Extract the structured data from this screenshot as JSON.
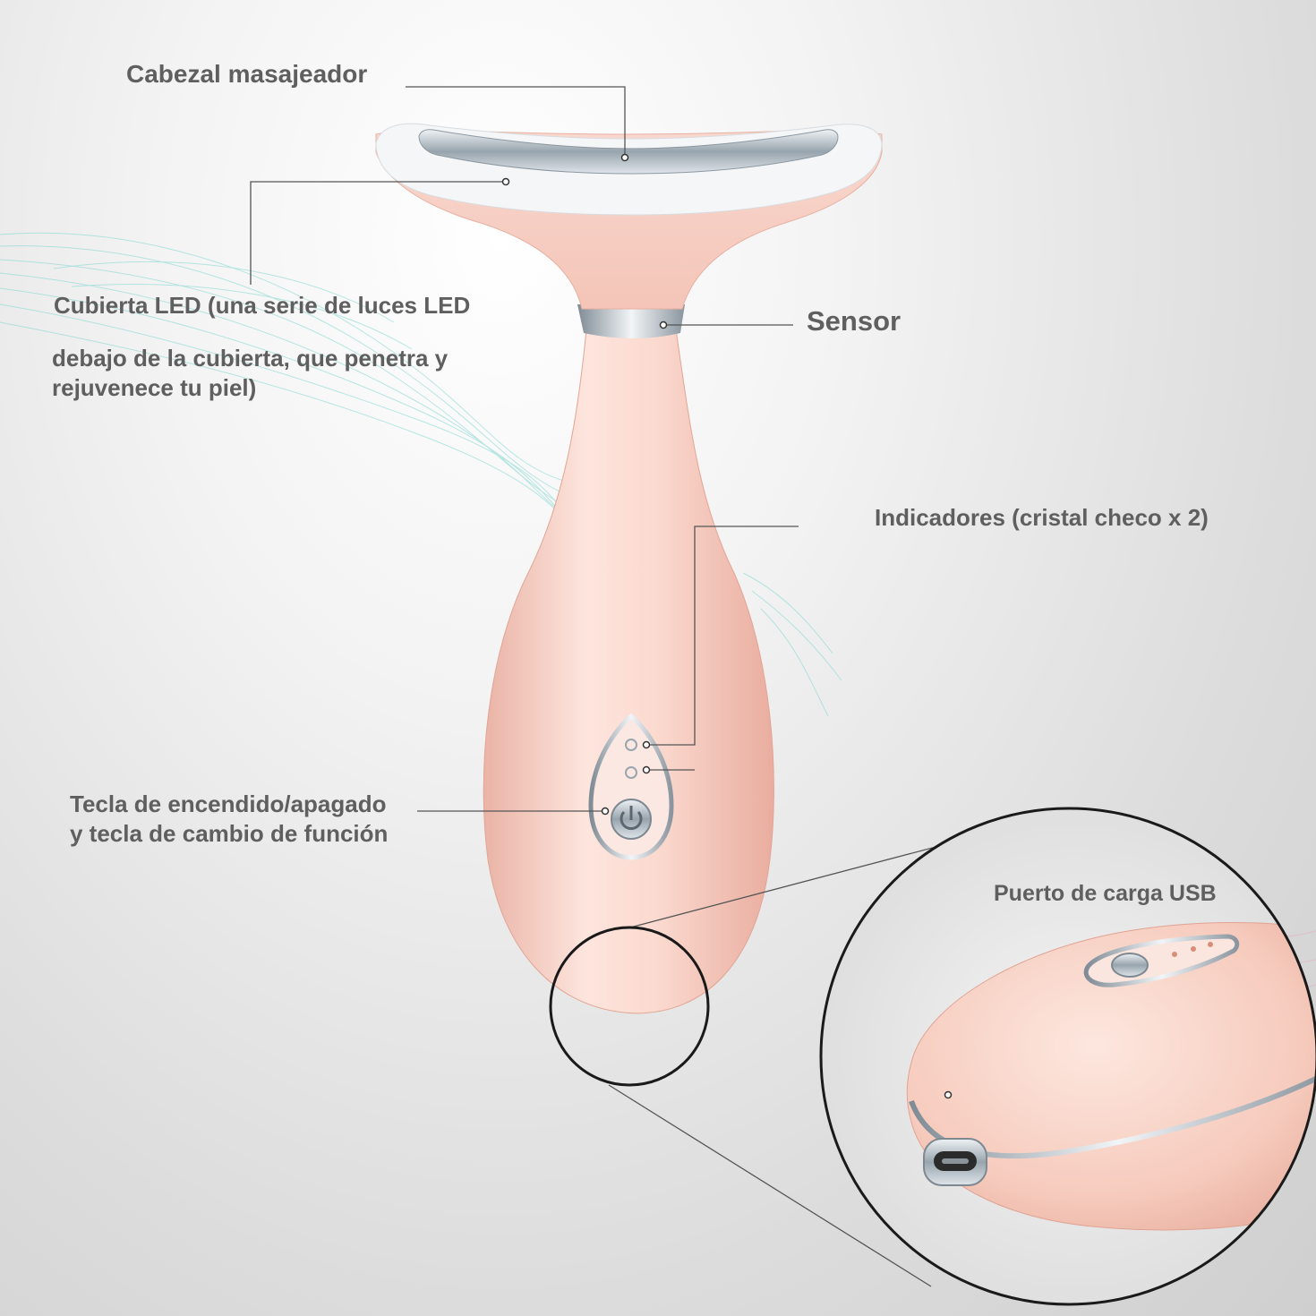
{
  "labels": {
    "massage_head": "Cabezal masajeador",
    "led_cover_line1": "Cubierta LED (una serie de luces LED",
    "led_cover_line2": "debajo de la cubierta, que penetra y",
    "led_cover_line3": "rejuvenece tu piel)",
    "sensor": "Sensor",
    "indicators": "Indicadores (cristal checo x 2)",
    "power_key_line1": "Tecla de encendido/apagado",
    "power_key_line2": "y tecla de cambio de función",
    "usb_port": "Puerto de carga USB"
  },
  "colors": {
    "label_text": "#5f5f5f",
    "device_pink": "#f6cfc4",
    "device_head_white": "#f4f4f4",
    "chrome": "#b9c2c9",
    "leader_line": "#555555",
    "decor_wave": "#7fd6cf"
  },
  "icons": [
    "power-icon",
    "indicator-led-icon",
    "usb-c-port-icon",
    "magnifier-circle-icon"
  ]
}
